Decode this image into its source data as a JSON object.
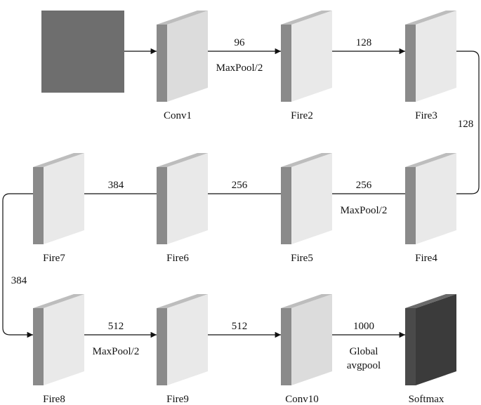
{
  "colors": {
    "input_block": "#6e6e6e",
    "layer_front": "#8a8a8a",
    "layer_side_light": "#e9e9e9",
    "layer_side_mid": "#dcdcdc",
    "layer_top": "#bdbdbd",
    "softmax_front": "#4a4a4a",
    "softmax_side": "#3b3b3b",
    "softmax_top": "#6a6a6a",
    "arrow": "#111111"
  },
  "layers": [
    {
      "id": "conv1",
      "label": "Conv1"
    },
    {
      "id": "fire2",
      "label": "Fire2"
    },
    {
      "id": "fire3",
      "label": "Fire3"
    },
    {
      "id": "fire4",
      "label": "Fire4"
    },
    {
      "id": "fire5",
      "label": "Fire5"
    },
    {
      "id": "fire6",
      "label": "Fire6"
    },
    {
      "id": "fire7",
      "label": "Fire7"
    },
    {
      "id": "fire8",
      "label": "Fire8"
    },
    {
      "id": "fire9",
      "label": "Fire9"
    },
    {
      "id": "conv10",
      "label": "Conv10"
    },
    {
      "id": "softmax",
      "label": "Softmax"
    }
  ],
  "edges": [
    {
      "id": "input-conv1",
      "label": "",
      "sublabel": []
    },
    {
      "id": "conv1-fire2",
      "label": "96",
      "sublabel": [
        "MaxPool/2"
      ]
    },
    {
      "id": "fire2-fire3",
      "label": "128",
      "sublabel": []
    },
    {
      "id": "fire3-fire4",
      "label": "128",
      "sublabel": []
    },
    {
      "id": "fire4-fire5",
      "label": "256",
      "sublabel": [
        "MaxPool/2"
      ]
    },
    {
      "id": "fire5-fire6",
      "label": "256",
      "sublabel": []
    },
    {
      "id": "fire6-fire7",
      "label": "384",
      "sublabel": []
    },
    {
      "id": "fire7-fire8",
      "label": "384",
      "sublabel": []
    },
    {
      "id": "fire8-fire9",
      "label": "512",
      "sublabel": [
        "MaxPool/2"
      ]
    },
    {
      "id": "fire9-conv10",
      "label": "512",
      "sublabel": []
    },
    {
      "id": "conv10-softmax",
      "label": "1000",
      "sublabel": [
        "Global",
        "avgpool"
      ]
    }
  ]
}
